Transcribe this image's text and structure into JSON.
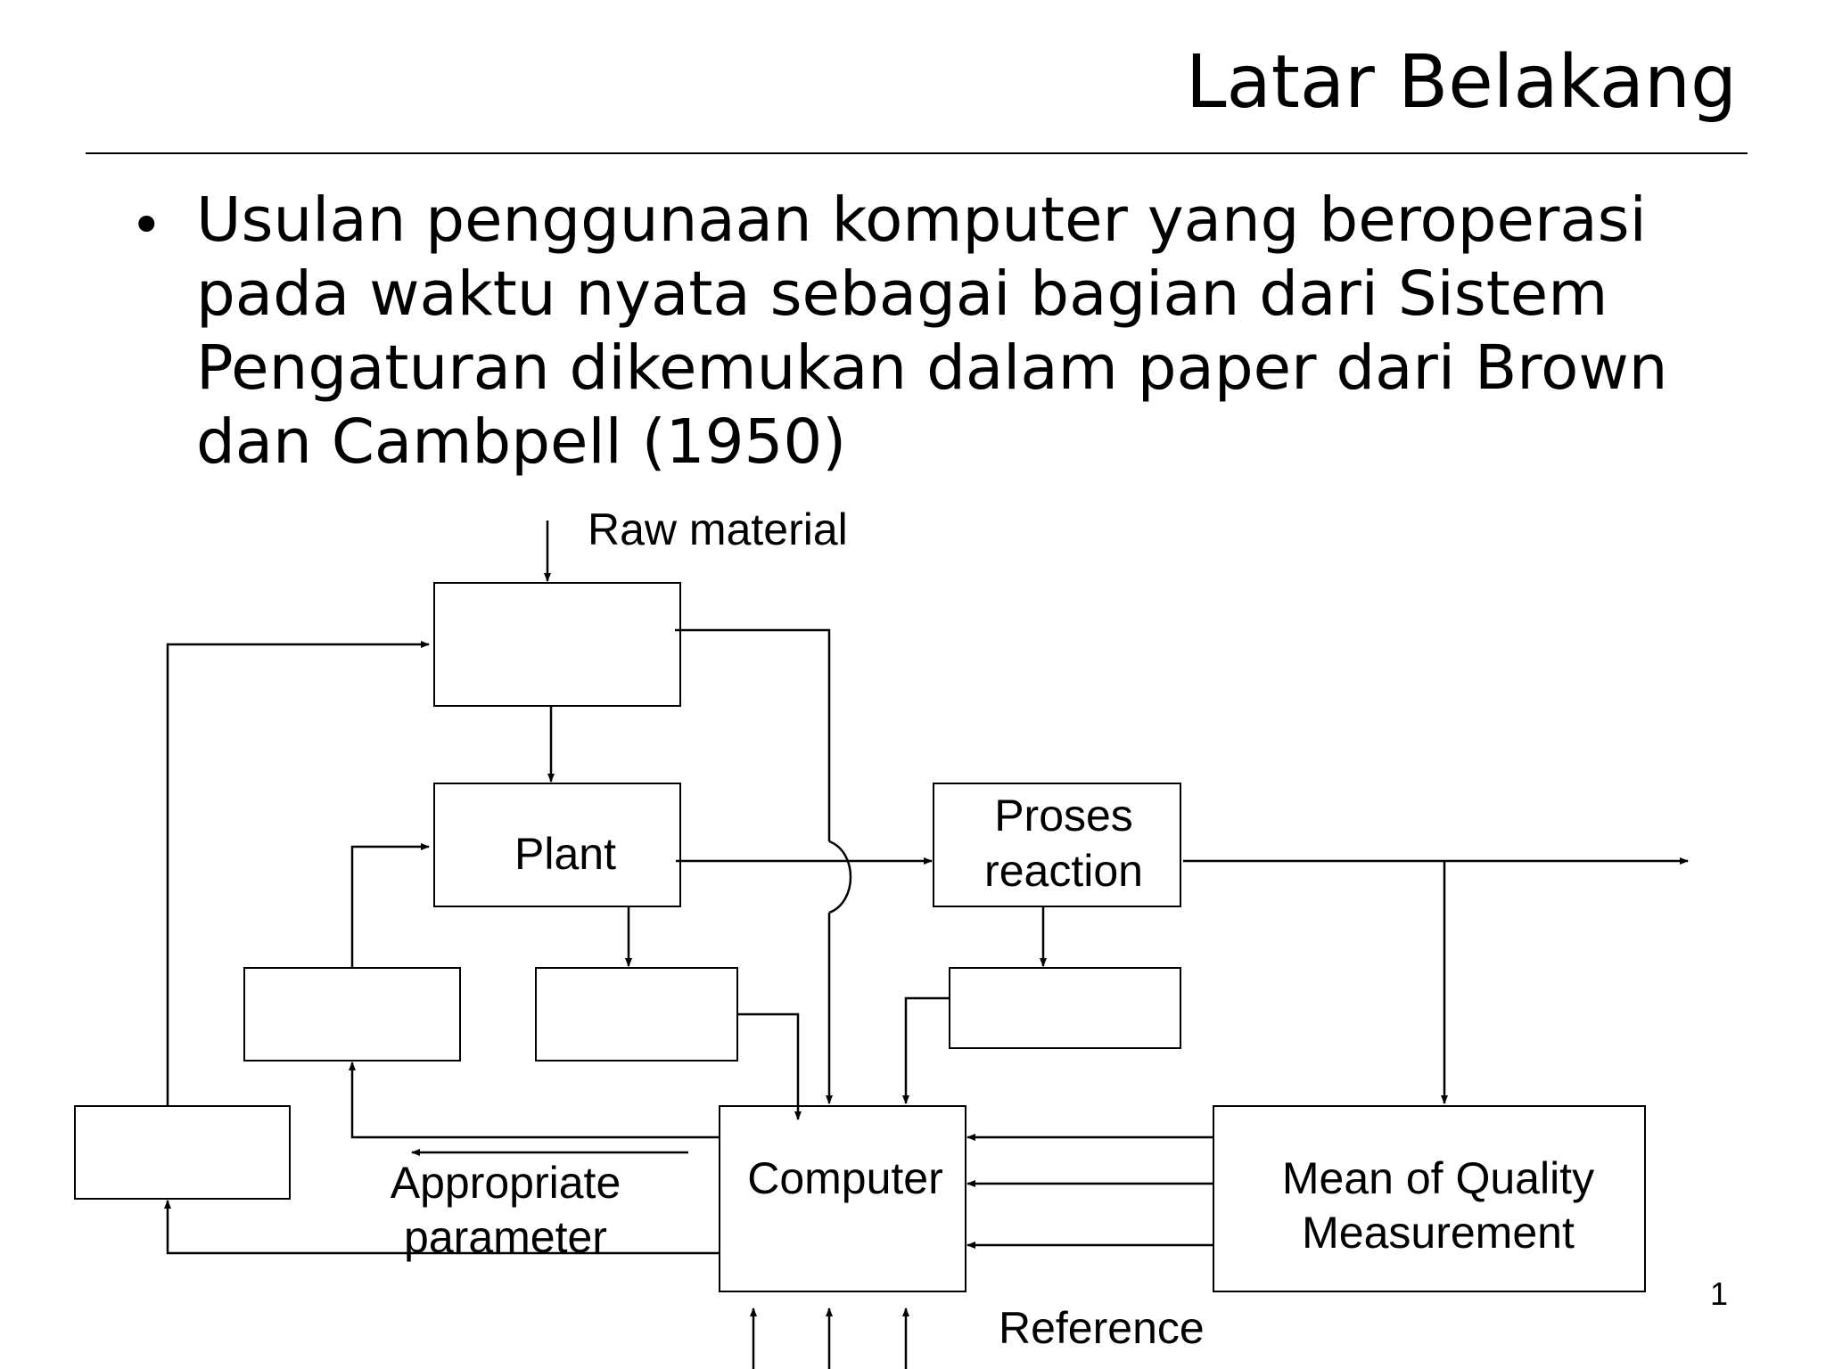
{
  "slide": {
    "title": "Latar Belakang",
    "bullet": "Usulan penggunaan komputer yang beroperasi\npada waktu nyata sebagai bagian dari Sistem\nPengaturan dikemukan dalam paper dari Brown\ndan Cambpell (1950)",
    "page_number": "1"
  },
  "diagram": {
    "labels": {
      "raw_material": "Raw material",
      "plant": "Plant",
      "proses_line1": "Proses",
      "proses_line2": "reaction",
      "computer": "Computer",
      "mean_line1": "Mean of Quality",
      "mean_line2": "Measurement",
      "appropriate_line1": "Appropriate",
      "appropriate_line2": "parameter",
      "reference": "Reference"
    }
  }
}
